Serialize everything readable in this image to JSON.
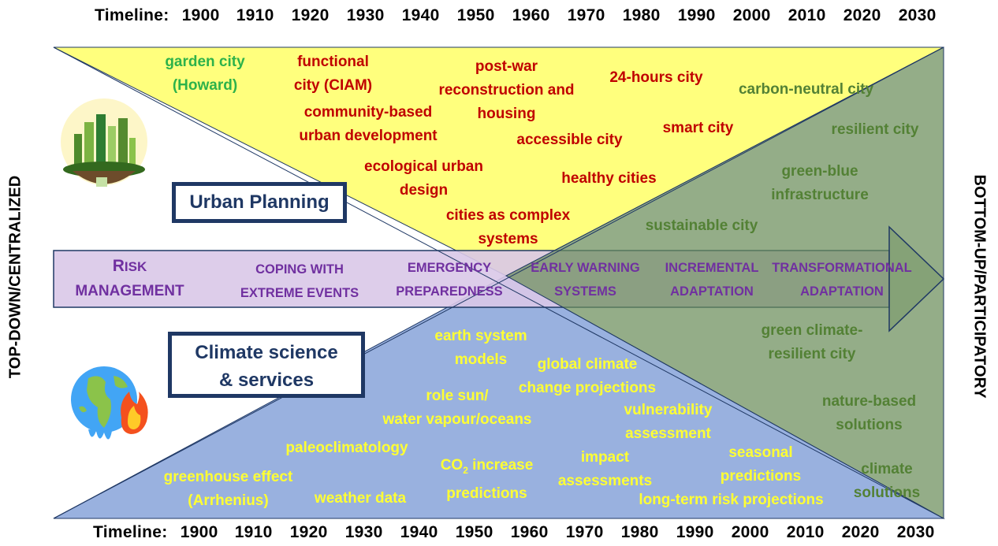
{
  "timeline": {
    "label": "Timeline:",
    "years": [
      "1900",
      "1910",
      "1920",
      "1930",
      "1940",
      "1950",
      "1960",
      "1970",
      "1980",
      "1990",
      "2000",
      "2010",
      "2020",
      "2030"
    ]
  },
  "axes": {
    "left": "TOP-DOWN/CENTRALIZED",
    "right": "BOTTOM-UP/PARTICIPATORY"
  },
  "boxes": {
    "urban_planning": "Urban Planning",
    "climate_line1": "Climate science",
    "climate_line2": "& services"
  },
  "risk": {
    "title_cap": "R",
    "title_rest": "ISK",
    "title_line2": "MANAGEMENT",
    "stages": [
      {
        "l1": "COPING WITH",
        "l2": "EXTREME EVENTS"
      },
      {
        "l1": "EMERGENCY",
        "l2": "PREPAREDNESS"
      },
      {
        "l1": "EARLY WARNING",
        "l2": "SYSTEMS"
      },
      {
        "l1": "INCREMENTAL",
        "l2": "ADAPTATION"
      },
      {
        "l1": "TRANSFORMATIONAL",
        "l2": "ADAPTATION"
      }
    ]
  },
  "urban_concepts": {
    "garden_city": {
      "l1": "garden city",
      "l2": "(Howard)"
    },
    "functional_city": {
      "l1": "functional",
      "l2": "city (CIAM)"
    },
    "community": {
      "l1": "community-based",
      "l2": "urban development"
    },
    "ecological": {
      "l1": "ecological urban",
      "l2": "design"
    },
    "post_war": {
      "l1": "post-war",
      "l2": "reconstruction and",
      "l3": "housing"
    },
    "complex": {
      "l1": "cities as complex",
      "l2": "systems"
    },
    "city_24h": "24-hours city",
    "accessible": "accessible city",
    "smart": "smart city",
    "healthy": "healthy cities"
  },
  "green_concepts": {
    "carbon_neutral": "carbon-neutral city",
    "resilient": "resilient city",
    "green_blue": {
      "l1": "green-blue",
      "l2": "infrastructure"
    },
    "sustainable": "sustainable city",
    "green_climate": {
      "l1": "green climate-",
      "l2": "resilient city"
    },
    "nature_based": {
      "l1": "nature-based",
      "l2": "solutions"
    },
    "climate_solutions": {
      "l1": "climate",
      "l2": "solutions"
    }
  },
  "climate_concepts": {
    "earth_system": {
      "l1": "earth system",
      "l2": "models"
    },
    "global_climate": {
      "l1": "global climate",
      "l2": "change projections"
    },
    "role_sun": {
      "l1": "role sun/",
      "l2": "water vapour/oceans"
    },
    "vulnerability": {
      "l1": "vulnerability",
      "l2": "assessment"
    },
    "paleo": "paleoclimatology",
    "co2": {
      "pre": "CO",
      "sub": "2",
      "post": " increase",
      "l2": "predictions"
    },
    "impact": {
      "l1": "impact",
      "l2": "assessments"
    },
    "seasonal": {
      "l1": "seasonal",
      "l2": "predictions"
    },
    "greenhouse": {
      "l1": "greenhouse effect",
      "l2": "(Arrhenius)"
    },
    "weather": "weather data",
    "long_term": "long-term risk projections"
  },
  "colors": {
    "yellow_triangle": "#FFFF66",
    "blue_triangle": "#8EA9DB",
    "green_triangle": "#7F9C6E",
    "risk_band": "#D9C8E8",
    "urban_text": "#C00000",
    "climate_text": "#FFFF33",
    "green_text": "#538135",
    "risk_text": "#7030A0",
    "box_border": "#1F3864"
  },
  "icons": {
    "city": "green-city-icon",
    "earth": "burning-earth-icon"
  }
}
